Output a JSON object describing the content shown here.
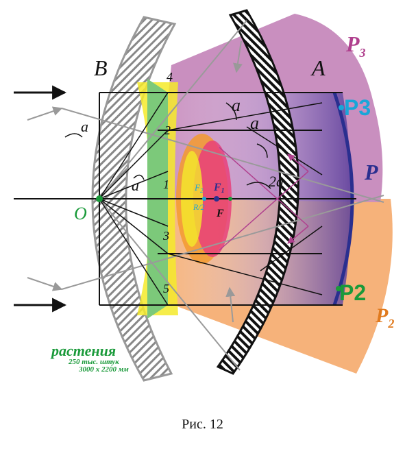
{
  "colors": {
    "p3_zone": "#c98fbf",
    "p2_zone": "#f6b27a",
    "magenta_label": "#b0408e",
    "cyan_label": "#19a6d8",
    "blue_label": "#2a2f8f",
    "green_label": "#1a9a3a",
    "orange_label": "#e07a1e",
    "yellow": "#f4ea2a",
    "green_cell": "#7cc97a",
    "pink_lens": "#e8407a",
    "orange_lens": "#f39a2e"
  },
  "labels": {
    "B": "B",
    "A": "A",
    "O": "O",
    "P3_zone": "P",
    "P3_zone_sub": "3",
    "P3_point": "P3",
    "P_point": "P",
    "P2_point": "P2",
    "P2_zone": "P",
    "P2_zone_sub": "2",
    "angle_a_left_top": "a",
    "angle_a_left_mid": "a",
    "angle_a_right_1": "a",
    "angle_a_right_2": "a",
    "angle_2a": "2a",
    "F1": "F",
    "F1_sub": "1",
    "F2": "F",
    "F2_sub": "2",
    "F": "F",
    "R2": "R/2",
    "cell_1": "1",
    "cell_2": "2",
    "cell_3": "3",
    "cell_4": "4",
    "cell_5": "5"
  },
  "note": {
    "title": "растения",
    "line1": "250 тыс. штук",
    "line2": "3000 х 2200 мм"
  },
  "caption": "Рис. 12"
}
